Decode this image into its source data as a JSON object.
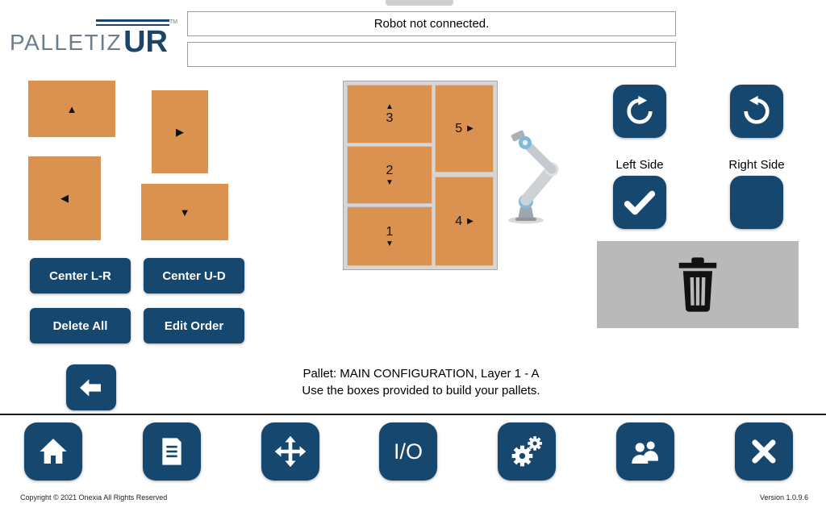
{
  "colors": {
    "navy": "#16476F",
    "orange": "#DB9150",
    "panel_gray": "#b9b9b9",
    "logo_gray": "#6e7d8c"
  },
  "logo": {
    "brand": "PALLETIZ",
    "brand_ur": "UR",
    "tm": "TM"
  },
  "status": {
    "line1": "Robot not connected.",
    "line2": ""
  },
  "box_controls": {
    "up_arrow": "▲",
    "right_arrow": "▶",
    "left_arrow": "◀",
    "down_arrow": "▼"
  },
  "action_buttons": {
    "center_lr": "Center L-R",
    "center_ud": "Center U-D",
    "delete_all": "Delete All",
    "edit_order": "Edit Order"
  },
  "pallet_view": {
    "box1": {
      "num": "1",
      "arrow": "▼"
    },
    "box2": {
      "num": "2",
      "arrow": "▼"
    },
    "box3": {
      "num": "3",
      "arrow": "▲"
    },
    "box4": {
      "num": "4",
      "arrow": "▶"
    },
    "box5": {
      "num": "5",
      "arrow": "▶"
    }
  },
  "side_panel": {
    "left_side_label": "Left Side",
    "right_side_label": "Right Side"
  },
  "info": {
    "line1": "Pallet: MAIN CONFIGURATION, Layer 1 - A",
    "line2": "Use the boxes provided to build your pallets."
  },
  "navbar": {
    "io_label": "I/O"
  },
  "footer": {
    "copyright": "Copyright © 2021 Onexia All Rights Reserved",
    "version": "Version 1.0.9.6"
  },
  "icons": {
    "rotate_cw": "clockwise-rotate",
    "rotate_ccw": "counterclockwise-rotate",
    "check": "checkmark",
    "trash": "trash-can",
    "back": "left-arrow",
    "home": "house",
    "report": "document-lines",
    "move": "four-way-arrows",
    "settings": "gears",
    "admin": "people",
    "close": "x-cross"
  }
}
